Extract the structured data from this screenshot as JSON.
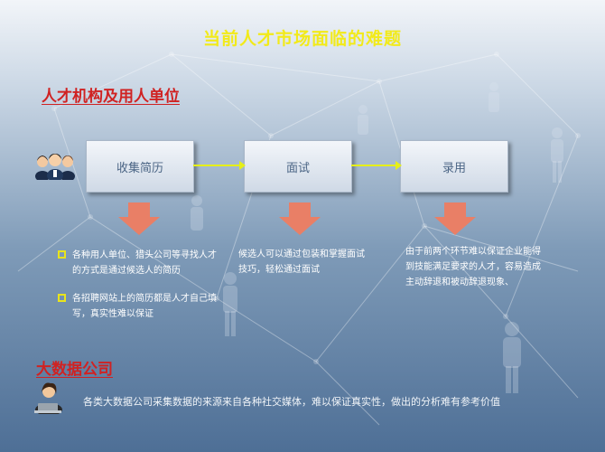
{
  "title": "当前人才市场面临的难题",
  "section1": {
    "title": "人才机构及用人单位"
  },
  "process": {
    "steps": [
      {
        "label": "收集简历"
      },
      {
        "label": "面试"
      },
      {
        "label": "录用"
      }
    ],
    "connector_color": "#e6ef18",
    "arrow_color": "#e97f66"
  },
  "bullets": [
    "各种用人单位、猎头公司等寻找人才的方式是通过候选人的简历",
    "各招聘网站上的简历都是人才自己填写，真实性难以保证"
  ],
  "interview_desc": "候选人可以通过包装和掌握面试技巧，轻松通过面试",
  "hire_desc": "由于前两个环节难以保证企业能得到技能满足要求的人才，容易造成主动辞退和被动辞退现象、",
  "section2": {
    "title": "大数据公司",
    "text": "各类大数据公司采集数据的来源来自各种社交媒体，难以保证真实性，做出的分析难有参考价值"
  },
  "colors": {
    "title": "#f2ea1a",
    "section_title": "#d02222",
    "step_text": "#4b6585",
    "bullet_marker": "#e9e41c"
  }
}
